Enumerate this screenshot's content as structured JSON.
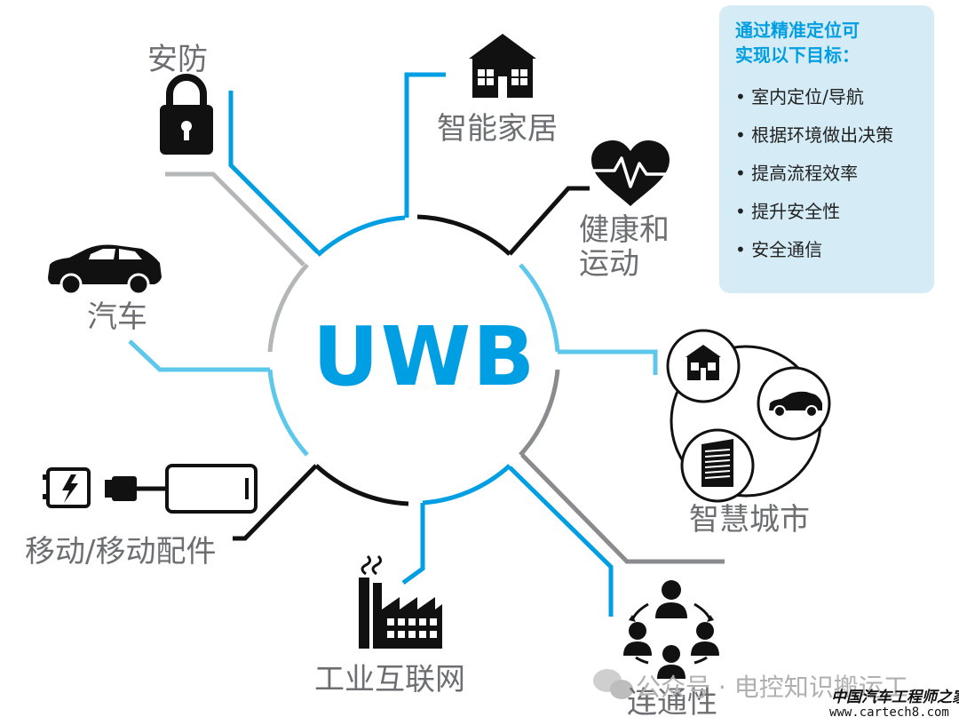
{
  "center_title": "UWB",
  "nodes": [
    {
      "id": "security",
      "label": "安防",
      "icon": "padlock-icon"
    },
    {
      "id": "smart-home",
      "label": "智能家居",
      "icon": "house-icon"
    },
    {
      "id": "health",
      "label": "健康和\n运动",
      "icon": "heart-pulse-icon"
    },
    {
      "id": "car",
      "label": "汽车",
      "icon": "car-icon"
    },
    {
      "id": "smart-city",
      "label": "智慧城市",
      "icon": "city-cluster-icon"
    },
    {
      "id": "mobile",
      "label": "移动/移动配件",
      "icon": "charger-phone-icon"
    },
    {
      "id": "iiot",
      "label": "工业互联网",
      "icon": "factory-icon"
    },
    {
      "id": "connectivity",
      "label": "连通性",
      "icon": "people-network-icon"
    }
  ],
  "info_box": {
    "title": "通过精准定位可\n实现以下目标：",
    "items": [
      "室内定位/导航",
      "根据环境做出决策",
      "提高流程效率",
      "提升安全性",
      "安全通信"
    ]
  },
  "watermark": {
    "text": "公众号 · 电控知识搬运工",
    "logo_text": "中国汽车工程师之家",
    "url": "www.cartech8.com"
  },
  "colors": {
    "accent_blue": "#009ee2",
    "light_blue": "#5ec8ec",
    "gray": "#b5b6b8",
    "dark": "#111111",
    "label_gray": "#6d6e71",
    "info_bg": "#d5ecf6"
  }
}
